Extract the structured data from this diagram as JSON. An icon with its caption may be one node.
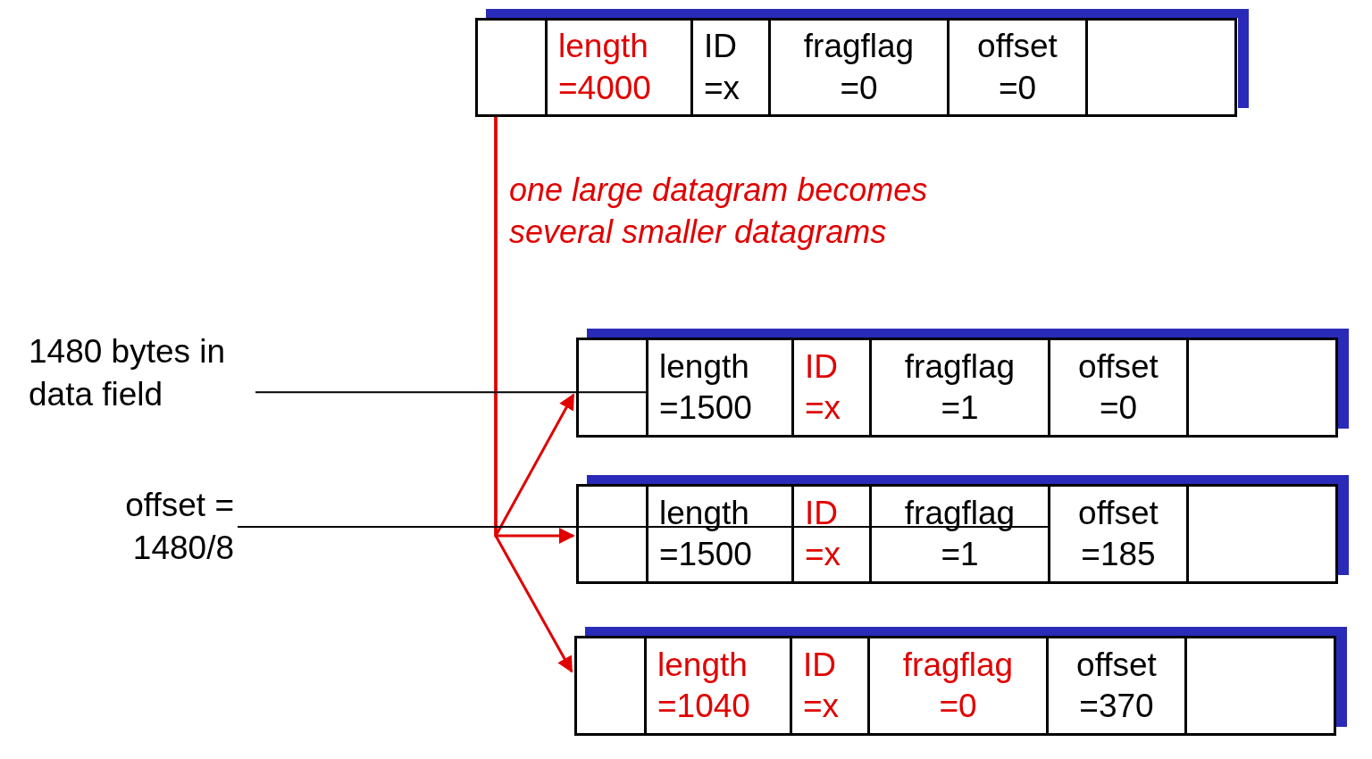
{
  "diagram": {
    "nodes": [
      {
        "text": [],
        "shape": "box"
      },
      {
        "text": [],
        "shape": "box",
        "in": 0
      },
      {
        "text": [
          "length =4000"
        ],
        "in": 0
      },
      {
        "text": [
          "ID =x"
        ],
        "in": 0
      },
      {
        "text": [
          "fragflag =0"
        ],
        "in": 0
      },
      {
        "text": [
          "offset =0"
        ],
        "in": 0
      },
      {
        "text": [],
        "shape": "box",
        "in": 0
      },
      {
        "text": [],
        "shape": "box"
      },
      {
        "text": [],
        "shape": "box",
        "in": 7
      },
      {
        "text": [
          "length =1500"
        ],
        "in": 7
      },
      {
        "text": [
          "ID =x"
        ],
        "in": 7
      },
      {
        "text": [
          "fragflag =1"
        ],
        "in": 7
      },
      {
        "text": [
          "offset =0"
        ],
        "in": 7
      },
      {
        "text": [],
        "shape": "box",
        "in": 7
      },
      {
        "text": [],
        "shape": "box"
      },
      {
        "text": [],
        "shape": "box",
        "in": 14
      },
      {
        "text": [
          "length =1500"
        ],
        "in": 14
      },
      {
        "text": [
          "ID =x"
        ],
        "in": 14
      },
      {
        "text": [
          "fragflag =1"
        ],
        "in": 14
      },
      {
        "text": [
          "offset =185"
        ],
        "in": 14
      },
      {
        "text": [],
        "shape": "box",
        "in": 14
      },
      {
        "text": [],
        "shape": "box"
      },
      {
        "text": [],
        "shape": "box",
        "in": 21
      },
      {
        "text": [
          "length =1040"
        ],
        "in": 21
      },
      {
        "text": [
          "ID =x"
        ],
        "in": 21
      },
      {
        "text": [
          "fragflag =0"
        ],
        "in": 21
      },
      {
        "text": [
          "offset =370"
        ],
        "in": 21
      },
      {
        "text": [],
        "shape": "box",
        "in": 21
      },
      {
        "text": [
          "1480 bytes in data field"
        ]
      },
      {
        "text": [
          "offset = 1480/8"
        ]
      }
    ],
    "edges": [
      {
        "from": 0,
        "to": 7,
        "arrow": "to"
      },
      {
        "from": 0,
        "to": 14,
        "arrow": "to"
      },
      {
        "from": 0,
        "to": 21,
        "arrow": "to"
      },
      {
        "from": 28,
        "to": 9,
        "arrow": "none",
        "color": "#000000"
      },
      {
        "from": 29,
        "to": 19,
        "arrow": "none",
        "color": "#000000"
      }
    ],
    "labels": [
      "one large datagram becomes several smaller datagrams"
    ]
  }
}
